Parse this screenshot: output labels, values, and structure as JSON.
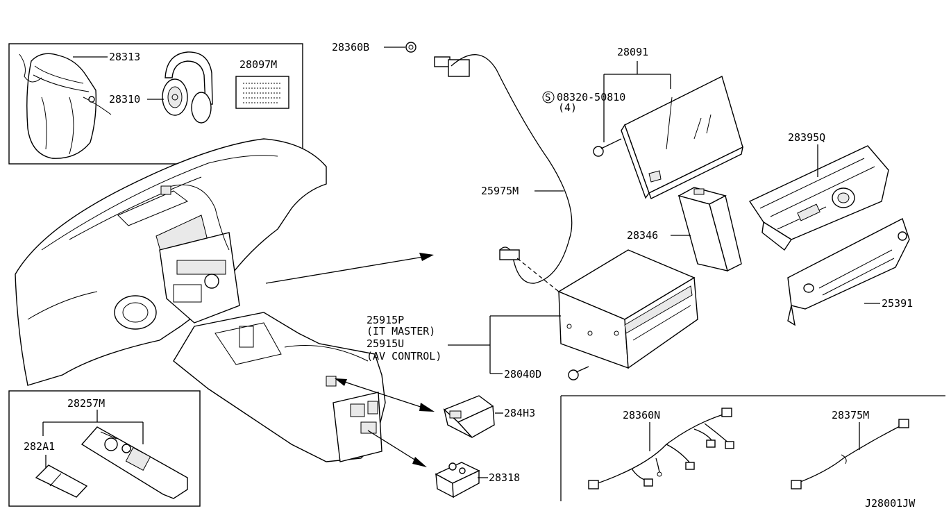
{
  "diagram_code": "J28001JW",
  "callouts": {
    "p28313": "28313",
    "p28310": "28310",
    "p28097M": "28097M",
    "p28360B": "28360B",
    "p28091": "28091",
    "p08320": "08320-50810",
    "p08320_qty": "(4)",
    "p08320_prefix": "S",
    "p28395Q": "28395Q",
    "p25975M": "25975M",
    "p28346": "28346",
    "p25391": "25391",
    "p25915P": "25915P",
    "p25915P_note": "(IT MASTER)",
    "p25915U": "25915U",
    "p25915U_note": "(AV CONTROL)",
    "p28040D": "28040D",
    "p28257M": "28257M",
    "p282A1": "282A1",
    "p284H3": "284H3",
    "p28318": "28318",
    "p28360N": "28360N",
    "p28375M": "28375M"
  }
}
